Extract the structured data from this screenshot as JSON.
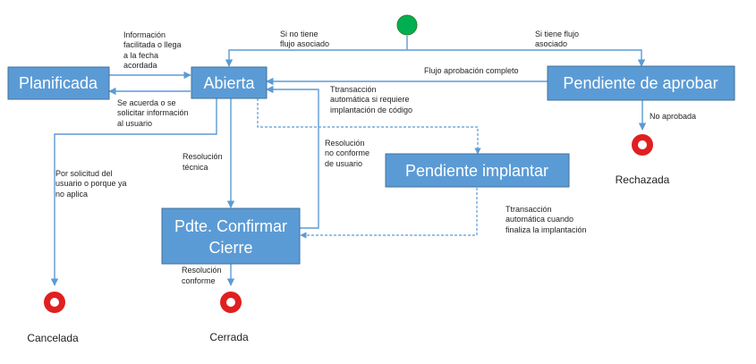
{
  "states": {
    "planificada": "Planificada",
    "abierta": "Abierta",
    "pendiente_aprobar": "Pendiente de aprobar",
    "pendiente_implantar": "Pendiente implantar",
    "pdte_confirmar_1": "Pdte. Confirmar",
    "pdte_confirmar_2": "Cierre"
  },
  "end_states": {
    "rechazada": "Rechazada",
    "cancelada": "Cancelada",
    "cerrada": "Cerrada"
  },
  "transitions": {
    "sin_flujo": [
      "Si no tiene",
      "flujo asociado"
    ],
    "con_flujo": [
      "Si tiene flujo",
      "asociado"
    ],
    "info_facilitada": [
      "Información",
      "facilitada o llega",
      "a la fecha",
      "acordada"
    ],
    "flujo_aprobacion": [
      "Flujo aprobación completo"
    ],
    "se_acuerda": [
      "Se acuerda o se",
      "solicitar información",
      "al usuario"
    ],
    "transaccion_codigo": [
      "Ttransacción",
      "automática si requiere",
      "implantación de código"
    ],
    "no_aprobada": [
      "No aprobada"
    ],
    "resolucion_no_conforme": [
      "Resolución",
      "no conforme",
      "de usuario"
    ],
    "resolucion_tecnica": [
      "Resolución",
      "técnica"
    ],
    "por_solicitud": [
      "Por solicitud del",
      "usuario o porque ya",
      "no aplica"
    ],
    "transaccion_implantacion": [
      "Ttransacción",
      "automática cuando",
      "finaliza la implantación"
    ],
    "resolucion_conforme": [
      "Resolución",
      "conforme"
    ]
  },
  "colors": {
    "state_fill": "#5b9bd5",
    "arrow": "#5b9bd5",
    "start": "#00b050",
    "end_ring": "#e02020"
  }
}
